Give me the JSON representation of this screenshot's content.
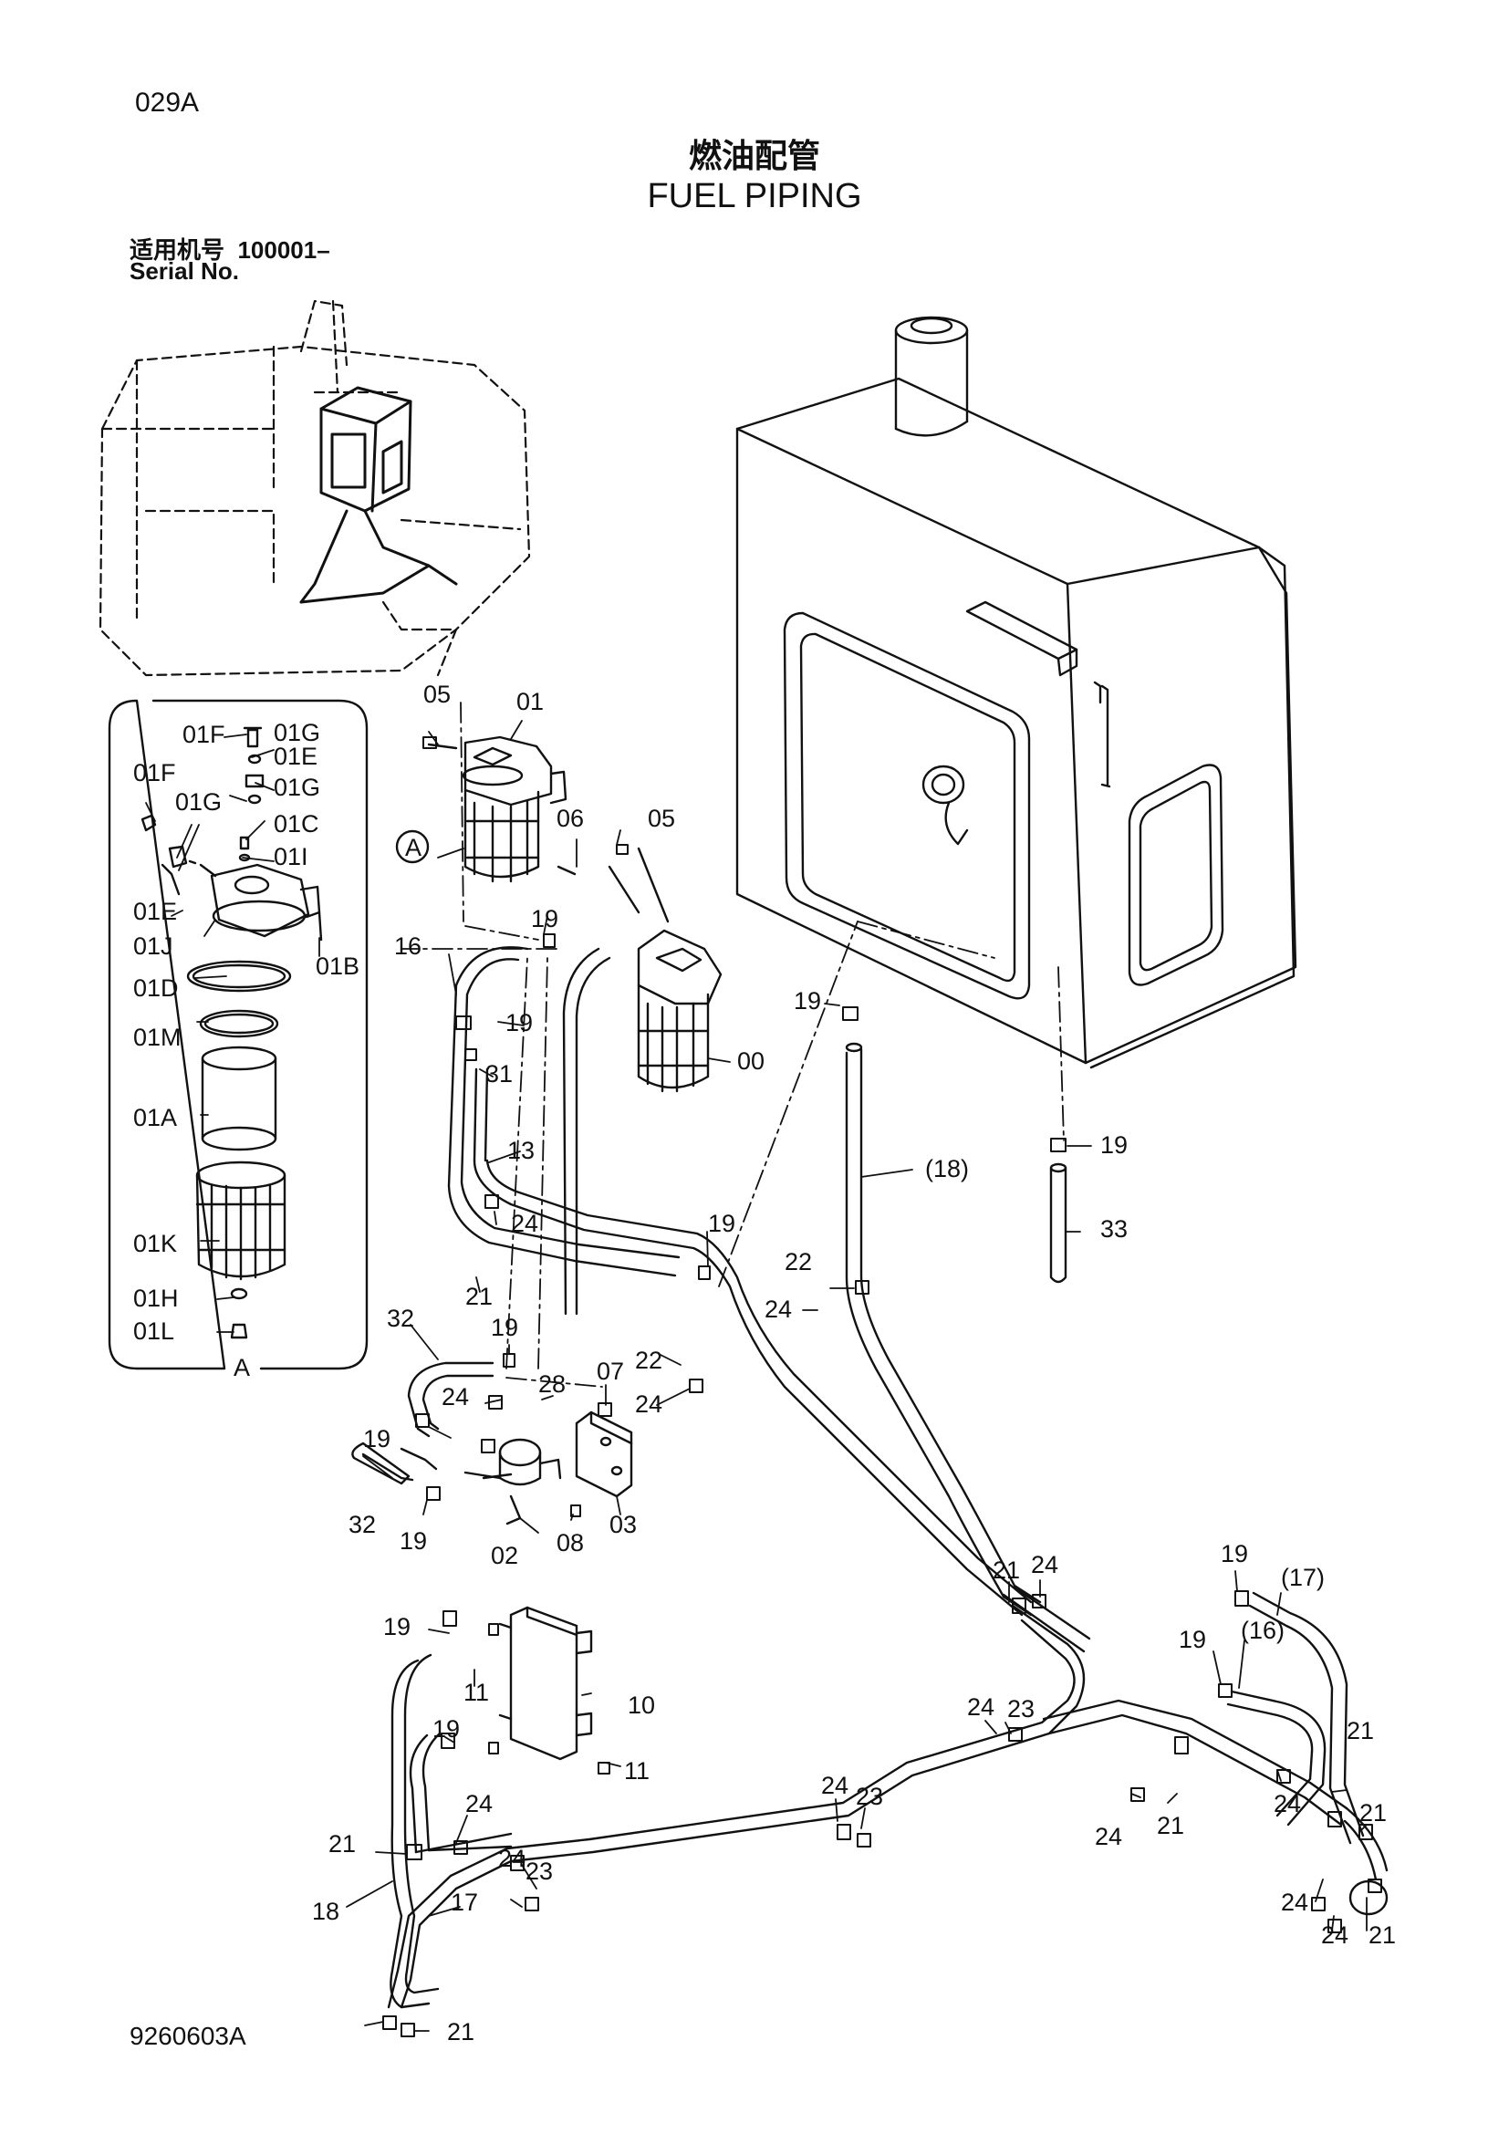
{
  "header": {
    "page_code": "029A",
    "title_cn": "燃油配管",
    "title_en": "FUEL PIPING",
    "serial_label_cn": "适用机号",
    "serial_range": "100001–",
    "serial_label_en": "Serial No."
  },
  "footer": {
    "figure_code": "9260603A"
  },
  "detail_box": {
    "label": "A",
    "callouts": [
      "01F",
      "01G",
      "01E",
      "01G",
      "01F",
      "01G",
      "01C",
      "01I",
      "01E",
      "01J",
      "01B",
      "01D",
      "01M",
      "01A",
      "01K",
      "01H",
      "01L"
    ]
  },
  "filter_callout_A": "A",
  "callouts": {
    "c05a": "05",
    "c01": "01",
    "c06": "06",
    "c05b": "05",
    "c19a": "19",
    "c16": "16",
    "c19b": "19",
    "c00": "00",
    "c31": "31",
    "c13": "13",
    "c19c": "19",
    "c18p": "(18)",
    "c19d": "19",
    "c33": "33",
    "c24a": "24",
    "c19e": "19",
    "c21a": "21",
    "c22a": "22",
    "c24b": "24",
    "c32a": "32",
    "c19f": "19",
    "c07": "07",
    "c22b": "22",
    "c24c": "24",
    "c28": "28",
    "c24d": "24",
    "c19g": "19",
    "c32b": "32",
    "c19h": "19",
    "c02": "02",
    "c08": "08",
    "c03": "03",
    "c21b": "21",
    "c24e": "24",
    "c19i": "19",
    "c17p": "(17)",
    "c19j": "19",
    "c16p": "(16)",
    "c19k": "19",
    "c11a": "11",
    "c10": "10",
    "c19l": "19",
    "c11b": "11",
    "c24f": "24",
    "c23a": "23",
    "c21c": "21",
    "c24g": "24",
    "c21d": "21",
    "c24h": "24",
    "c24i": "24",
    "c23b": "23",
    "c21e": "21",
    "c21f": "21",
    "c24j": "24",
    "c23c": "23",
    "c18": "18",
    "c17": "17",
    "c24k": "24",
    "c21g": "21",
    "c24l": "24",
    "c21h": "21",
    "c24m": "24"
  }
}
